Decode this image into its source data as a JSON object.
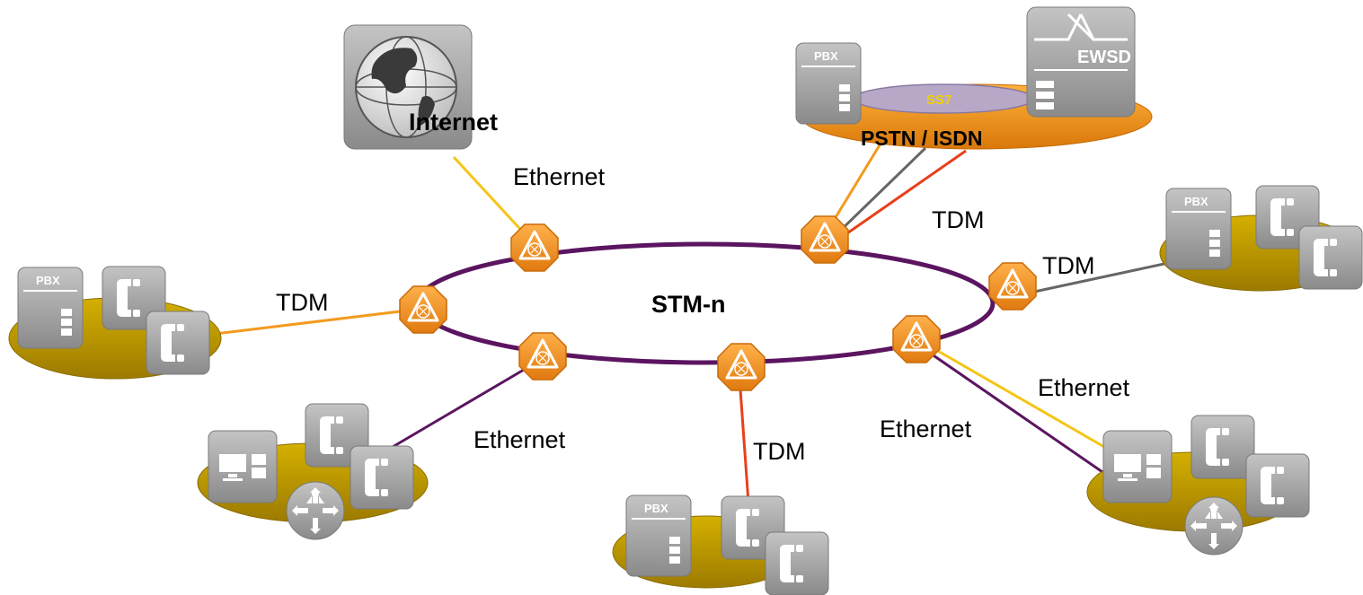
{
  "diagram": {
    "ring_label": "STM-n",
    "internet_label": "Internet",
    "pstn_label": "PSTN / ISDN",
    "ss7_label": "SS7",
    "pbx_label": "PBX",
    "ewsd_label": "EWSD",
    "links": [
      {
        "id": "internet",
        "label": "Ethernet",
        "color": "#f5c518"
      },
      {
        "id": "pstn",
        "label": "TDM",
        "colors": [
          "#f39a1e",
          "#666666",
          "#e8401c"
        ]
      },
      {
        "id": "right-pbx",
        "label": "TDM",
        "color": "#666666"
      },
      {
        "id": "left-pbx",
        "label": "TDM",
        "color": "#f39a1e"
      },
      {
        "id": "bottom-left",
        "label": "Ethernet",
        "color": "#5b1560"
      },
      {
        "id": "bottom-pbx",
        "label": "TDM",
        "color": "#e8401c"
      },
      {
        "id": "bottom-right-purple",
        "label": "Ethernet",
        "color": "#5b1560"
      },
      {
        "id": "bottom-right-yellow",
        "label": "Ethernet",
        "color": "#f5c518"
      }
    ],
    "colors": {
      "ring": "#5b1560",
      "node": "#f39a1e",
      "site_platform": "#b89200",
      "pstn_platform": "#f39a1e",
      "device": "#9a9a9a"
    }
  }
}
